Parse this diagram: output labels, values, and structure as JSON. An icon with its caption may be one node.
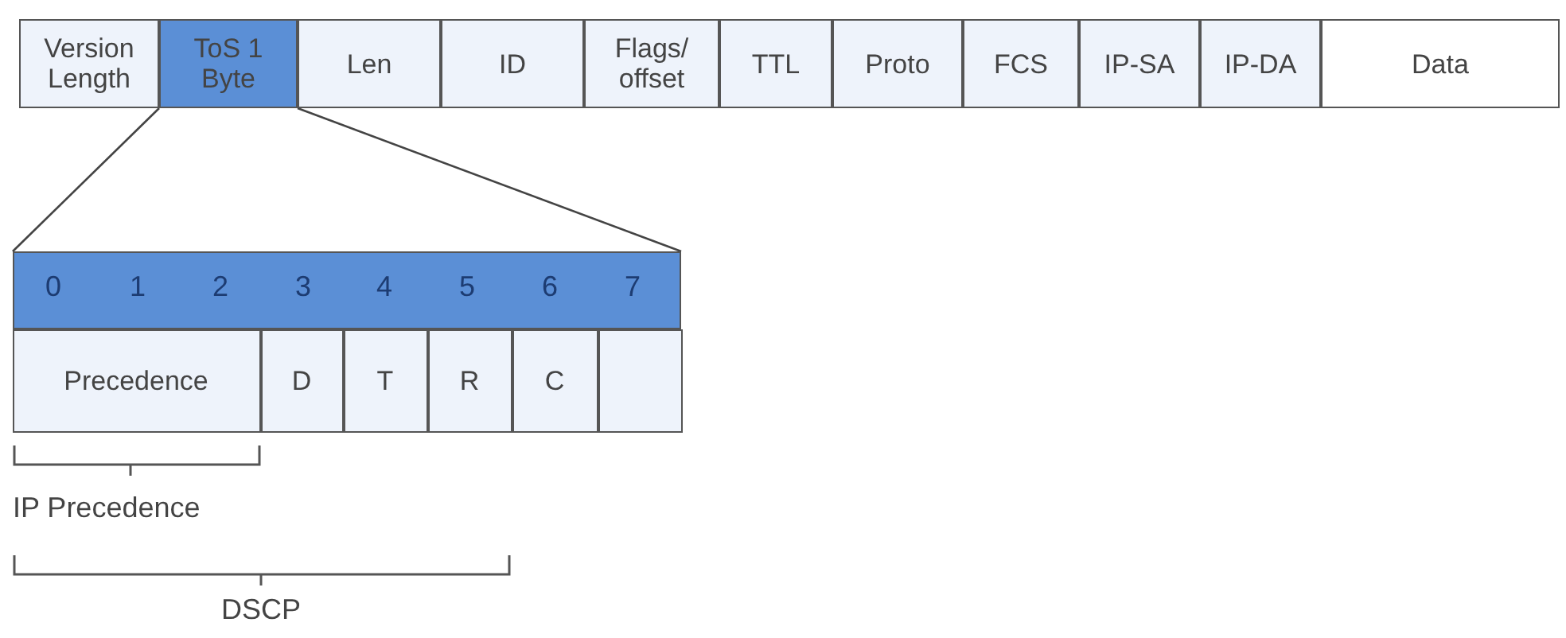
{
  "diagram": {
    "nodes": [
      {
        "text": [
          "Version Length"
        ]
      },
      {
        "text": [
          "ToS 1 Byte"
        ]
      },
      {
        "text": [
          "Len"
        ]
      },
      {
        "text": [
          "ID"
        ]
      },
      {
        "text": [
          "Flags/ offset"
        ]
      },
      {
        "text": [
          "TTL"
        ]
      },
      {
        "text": [
          "Proto"
        ]
      },
      {
        "text": [
          "FCS"
        ]
      },
      {
        "text": [
          "IP-SA"
        ]
      },
      {
        "text": [
          "IP-DA"
        ]
      },
      {
        "text": [
          "Data"
        ]
      },
      {
        "text": [],
        "shape": "box"
      },
      {
        "text": [
          "Precedence"
        ],
        "in": 11
      },
      {
        "text": [
          "D"
        ],
        "in": 11
      },
      {
        "text": [
          "T"
        ],
        "in": 11
      },
      {
        "text": [
          "R"
        ],
        "in": 11
      },
      {
        "text": [
          "C"
        ],
        "in": 11
      },
      {
        "text": [],
        "shape": "box",
        "in": 11
      }
    ],
    "edges": [
      {
        "from": 1,
        "to": 11,
        "arrow": "none"
      },
      {
        "from": 1,
        "to": 11,
        "arrow": "none"
      }
    ],
    "labels": [
      "0",
      "1",
      "2",
      "3",
      "4",
      "5",
      "6",
      "7",
      "IP Precedence",
      "DSCP"
    ]
  }
}
